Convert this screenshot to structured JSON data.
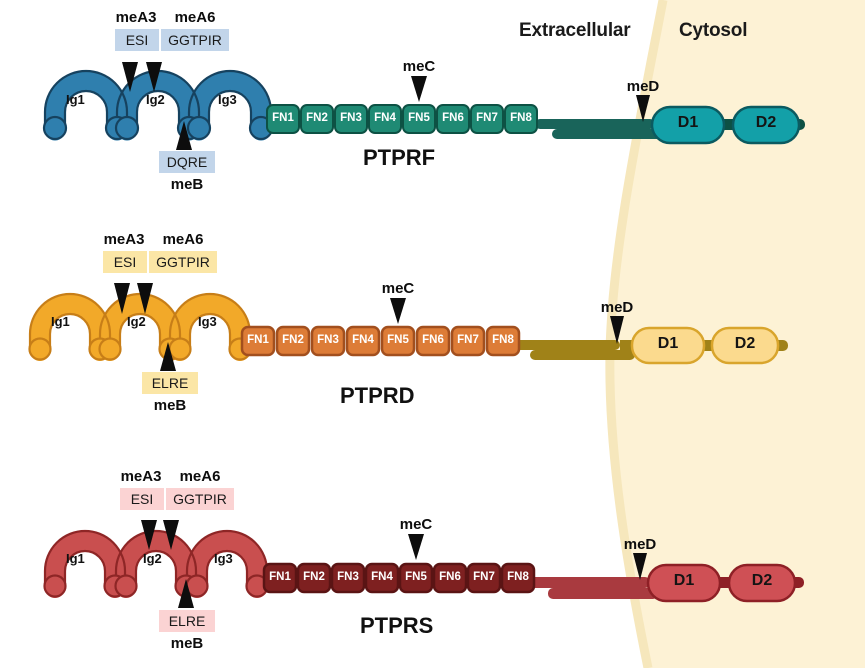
{
  "compartments": {
    "extracellular": "Extracellular",
    "cytosol": "Cytosol",
    "cytosol_fill": "#fdf2d5",
    "membrane_edge": "#f3e3b4"
  },
  "rows": [
    {
      "id": "ptprf",
      "name": "PTPRF",
      "colors": {
        "ig_fill": "#2f7fae",
        "ig_stroke": "#16425f",
        "fn_fill": "#1f8a74",
        "fn_stroke": "#0d5144",
        "linker": "#19645a",
        "domain_fill": "#13a0a8",
        "domain_stroke": "#0b5a60",
        "seq_box_fill": "#c2d5ea",
        "seq_text": "#1b1b1b"
      },
      "ig_domains": [
        "Ig1",
        "Ig2",
        "Ig3"
      ],
      "fn_domains": [
        "FN1",
        "FN2",
        "FN3",
        "FN4",
        "FN5",
        "FN6",
        "FN7",
        "FN8"
      ],
      "cyto_domains": [
        "D1",
        "D2"
      ],
      "sites": {
        "meA3": {
          "label": "meA3",
          "sequence": "ESI"
        },
        "meA6": {
          "label": "meA6",
          "sequence": "GGTPIR"
        },
        "meB": {
          "label": "meB",
          "sequence": "DQRE"
        },
        "meC": {
          "label": "meC",
          "target": "FN5"
        },
        "meD": {
          "label": "meD",
          "target": "D1"
        }
      }
    },
    {
      "id": "ptprd",
      "name": "PTPRD",
      "colors": {
        "ig_fill": "#f2a929",
        "ig_stroke": "#c77e18",
        "fn_fill": "#dd7c37",
        "fn_stroke": "#a24f1e",
        "linker": "#a08218",
        "domain_fill": "#fbda8e",
        "domain_stroke": "#d9a52c",
        "seq_box_fill": "#fbe6a6",
        "seq_text": "#3a2c07"
      },
      "ig_domains": [
        "Ig1",
        "Ig2",
        "Ig3"
      ],
      "fn_domains": [
        "FN1",
        "FN2",
        "FN3",
        "FN4",
        "FN5",
        "FN6",
        "FN7",
        "FN8"
      ],
      "cyto_domains": [
        "D1",
        "D2"
      ],
      "sites": {
        "meA3": {
          "label": "meA3",
          "sequence": "ESI"
        },
        "meA6": {
          "label": "meA6",
          "sequence": "GGTPIR"
        },
        "meB": {
          "label": "meB",
          "sequence": "ELRE"
        },
        "meC": {
          "label": "meC",
          "target": "FN5"
        },
        "meD": {
          "label": "meD",
          "target": "D1"
        }
      }
    },
    {
      "id": "ptprs",
      "name": "PTPRS",
      "colors": {
        "ig_fill": "#c94f4f",
        "ig_stroke": "#8e2626",
        "fn_fill": "#7e2020",
        "fn_stroke": "#5a1414",
        "linker": "#a93a3f",
        "domain_fill": "#cf5055",
        "domain_stroke": "#8e2026",
        "seq_box_fill": "#fbd3d3",
        "seq_text": "#40100f"
      },
      "ig_domains": [
        "Ig1",
        "Ig2",
        "Ig3"
      ],
      "fn_domains": [
        "FN1",
        "FN2",
        "FN3",
        "FN4",
        "FN5",
        "FN6",
        "FN7",
        "FN8"
      ],
      "cyto_domains": [
        "D1",
        "D2"
      ],
      "sites": {
        "meA3": {
          "label": "meA3",
          "sequence": "ESI"
        },
        "meA6": {
          "label": "meA6",
          "sequence": "GGTPIR"
        },
        "meB": {
          "label": "meB",
          "sequence": "ELRE"
        },
        "meC": {
          "label": "meC",
          "target": "FN5"
        },
        "meD": {
          "label": "meD",
          "target": "D1"
        }
      }
    }
  ]
}
